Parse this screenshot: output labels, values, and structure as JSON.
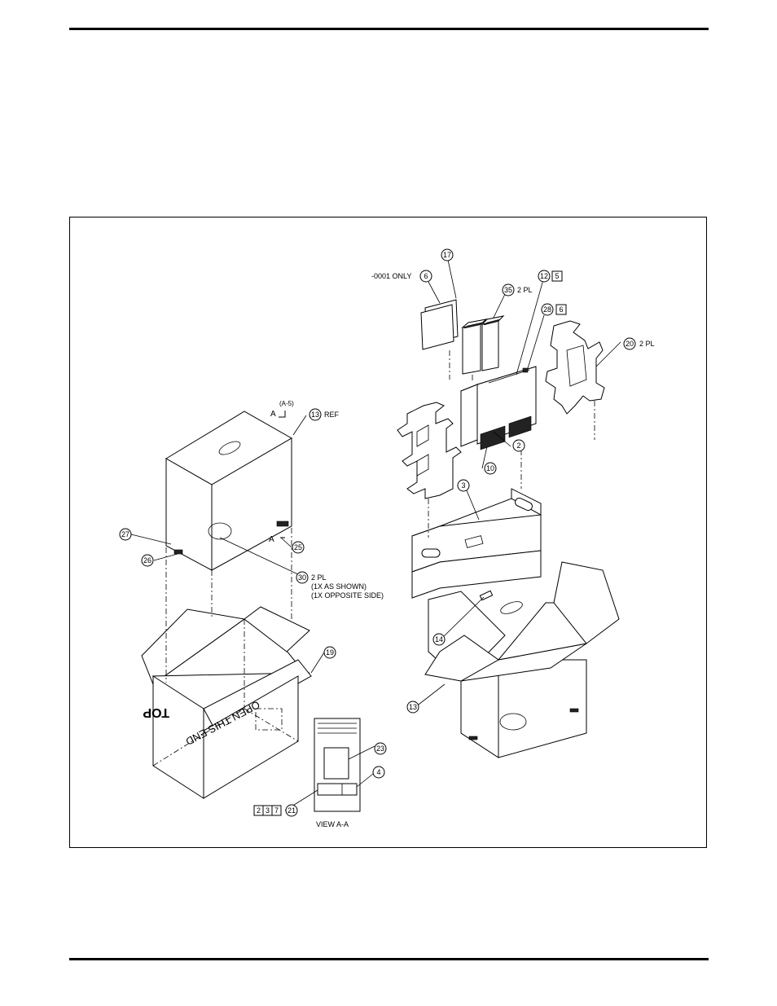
{
  "callouts": {
    "c17": "17",
    "c6": "6",
    "c35": "35",
    "c12": "12",
    "c5": "5",
    "c28": "28",
    "c6b": "6",
    "c20": "20",
    "c2": "2",
    "c10": "10",
    "c3": "3",
    "c13ref": "13",
    "c27": "27",
    "c26": "26",
    "c25": "25",
    "c30": "30",
    "c14": "14",
    "c13": "13",
    "c19": "19",
    "c23": "23",
    "c4": "4",
    "c21": "21",
    "s2": "2",
    "s3": "3",
    "s7": "7"
  },
  "notes": {
    "only_0001": "-0001 ONLY",
    "pl35": "2 PL",
    "pl20": "2 PL",
    "ref13": "REF",
    "section_a": "A",
    "section_a_ref": "(A-5)",
    "section_a_lower": "A",
    "pl30": "2 PL",
    "pl30_line2": "(1X AS SHOWN)",
    "pl30_line3": "(1X OPPOSITE SIDE)",
    "flap_text": "OPEN THIS END",
    "top_text": "TOP",
    "view_label": "VIEW A-A"
  }
}
